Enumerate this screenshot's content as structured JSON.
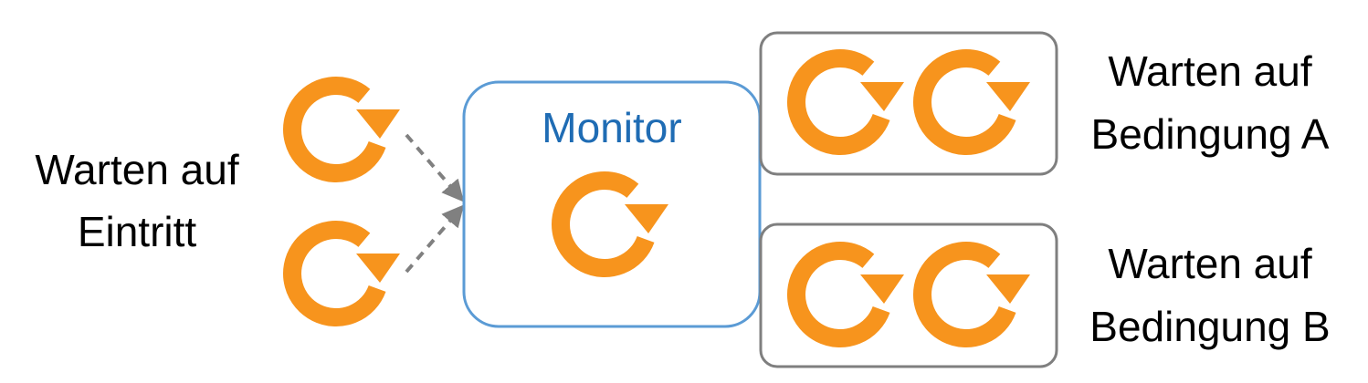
{
  "labels": {
    "entry_line1": "Warten auf",
    "entry_line2": "Eintritt",
    "monitor": "Monitor",
    "cond_a_line1": "Warten auf",
    "cond_a_line2": "Bedingung A",
    "cond_b_line1": "Warten auf",
    "cond_b_line2": "Bedingung B"
  },
  "icons": {
    "thread": "thread-cycle-icon"
  },
  "colors": {
    "thread": "#F7941D",
    "monitor_border": "#5B9BD5",
    "monitor_text": "#1F6CB4",
    "queue_border": "#7F7F7F",
    "arrow": "#808080",
    "text": "#000000"
  }
}
